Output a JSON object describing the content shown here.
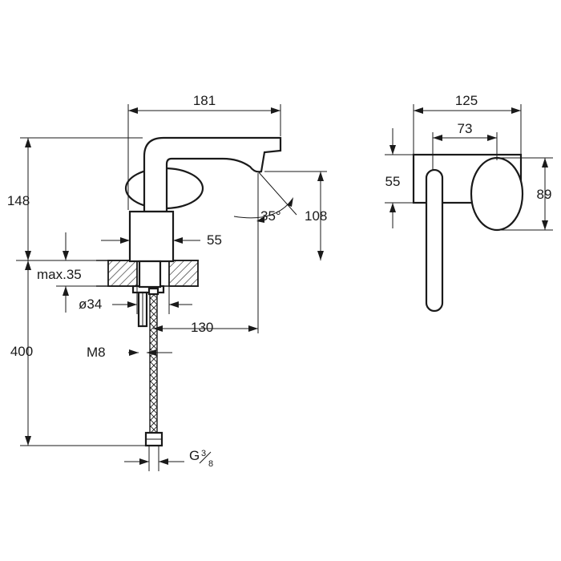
{
  "dimensions": {
    "total_width": "181",
    "total_height": "148",
    "spout_height": "108",
    "angle": "35°",
    "body_diameter": "55",
    "max_thickness": "max.35",
    "hole_diameter": "ø34",
    "reach": "130",
    "thread_bolt": "M8",
    "hose_length": "400",
    "connection_thread": "G",
    "connection_num": "3",
    "connection_den": "8",
    "side_depth": "125",
    "side_offset": "73",
    "side_body": "55",
    "side_height": "89"
  }
}
